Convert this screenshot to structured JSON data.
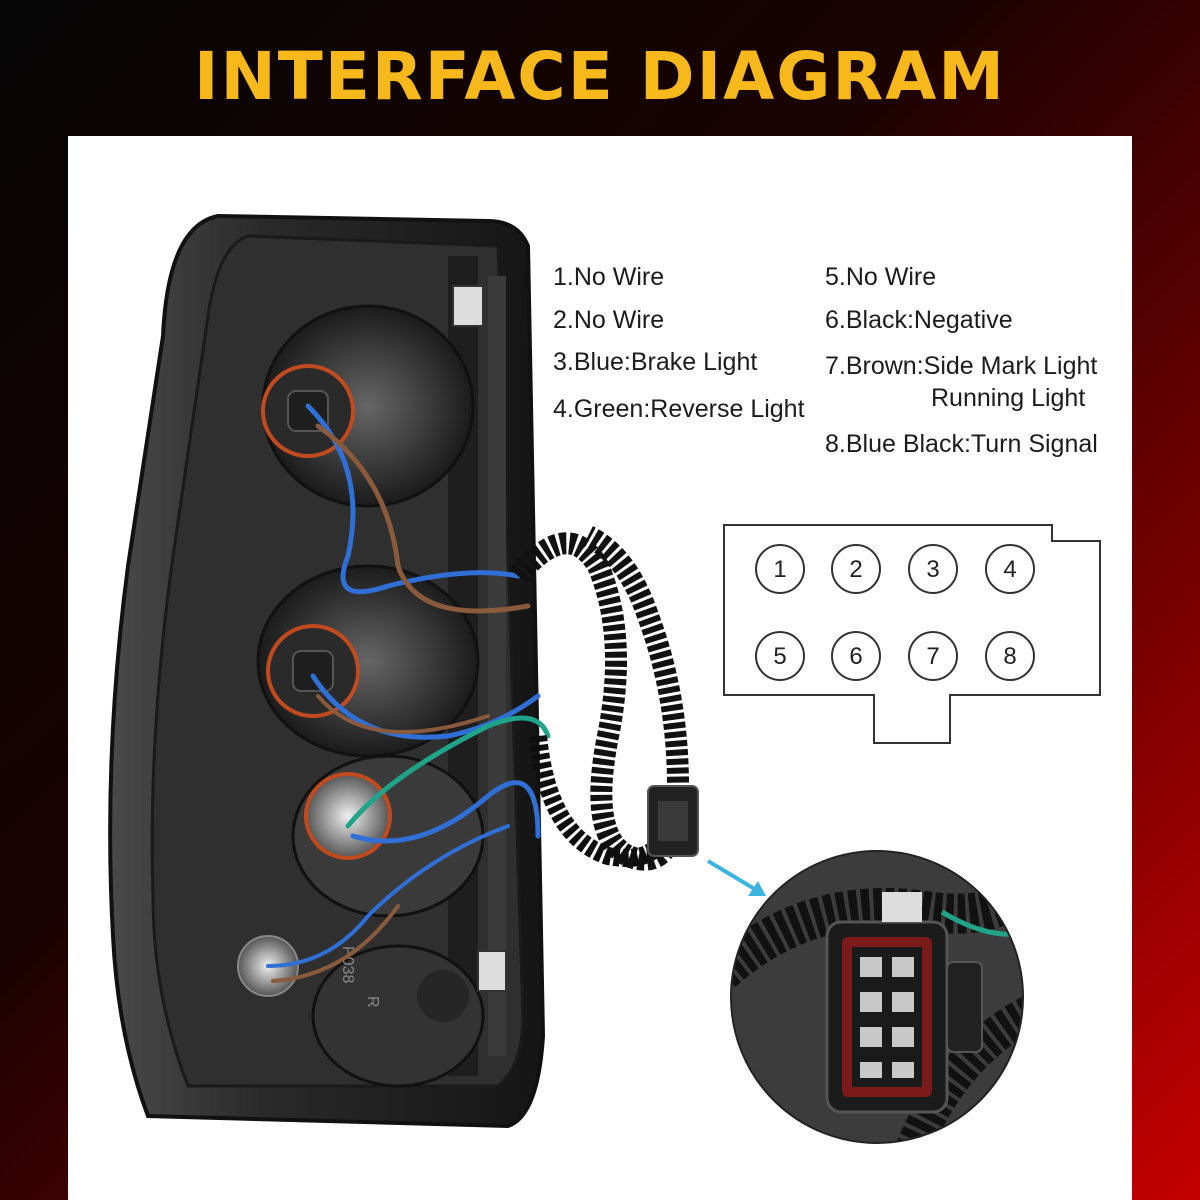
{
  "title": "INTERFACE DIAGRAM",
  "wires": [
    {
      "label": "1.No Wire"
    },
    {
      "label": "2.No Wire"
    },
    {
      "label": "3.Blue:Brake Light"
    },
    {
      "label": "4.Green:Reverse Light"
    },
    {
      "label": "5.No Wire"
    },
    {
      "label": "6.Black:Negative"
    },
    {
      "label": "7.Brown:Side Mark Light",
      "label2": "Running Light"
    },
    {
      "label": "8.Blue Black:Turn Signal"
    }
  ],
  "pins": [
    "1",
    "2",
    "3",
    "4",
    "5",
    "6",
    "7",
    "8"
  ],
  "photo_marks": {
    "part": "P038",
    "side": "R"
  },
  "colors": {
    "title": "#f7b81c",
    "arrow": "#3bb5e0",
    "wire_blue": "#2f6fd6",
    "wire_green": "#1fa48a",
    "wire_brown": "#8a5a3c"
  }
}
